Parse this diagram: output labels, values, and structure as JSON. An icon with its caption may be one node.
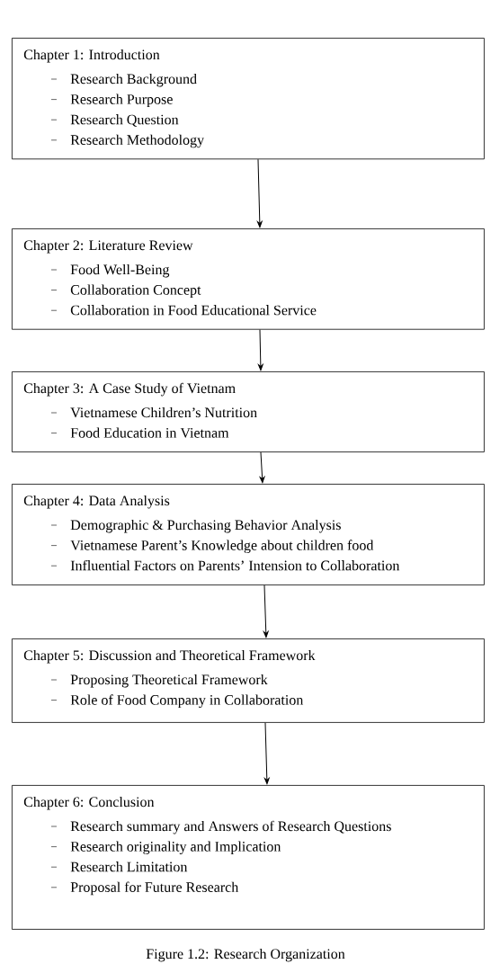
{
  "diagram": {
    "caption": "Figure 1.2: Research Organization",
    "nodes": [
      {
        "text": [
          "Chapter 1: Introduction",
          "Research Background",
          "Research Purpose",
          "Research Question",
          "Research Methodology"
        ]
      },
      {
        "text": [
          "Chapter 2: Literature Review",
          "Food Well-Being",
          "Collaboration Concept",
          "Collaboration in Food Educational Service"
        ]
      },
      {
        "text": [
          "Chapter 3: A Case Study of Vietnam",
          "Vietnamese Children’s Nutrition",
          "Food Education in Vietnam"
        ]
      },
      {
        "text": [
          "Chapter 4: Data Analysis",
          "Demographic & Purchasing Behavior Analysis",
          "Vietnamese Parent’s Knowledge about children food",
          "Influential Factors on Parents’ Intension to Collaboration"
        ]
      },
      {
        "text": [
          "Chapter 5: Discussion and Theoretical Framework",
          "Proposing Theoretical Framework",
          "Role of Food Company in Collaboration"
        ]
      },
      {
        "text": [
          "Chapter 6: Conclusion",
          "Research summary and Answers of Research Questions",
          "Research originality and Implication",
          "Research Limitation",
          "Proposal for Future Research"
        ]
      }
    ],
    "edges": [
      {
        "from": 0,
        "to": 1,
        "arrow": "to"
      },
      {
        "from": 1,
        "to": 2,
        "arrow": "to"
      },
      {
        "from": 2,
        "to": 3,
        "arrow": "to"
      },
      {
        "from": 3,
        "to": 4,
        "arrow": "to"
      },
      {
        "from": 4,
        "to": 5,
        "arrow": "to"
      }
    ]
  }
}
